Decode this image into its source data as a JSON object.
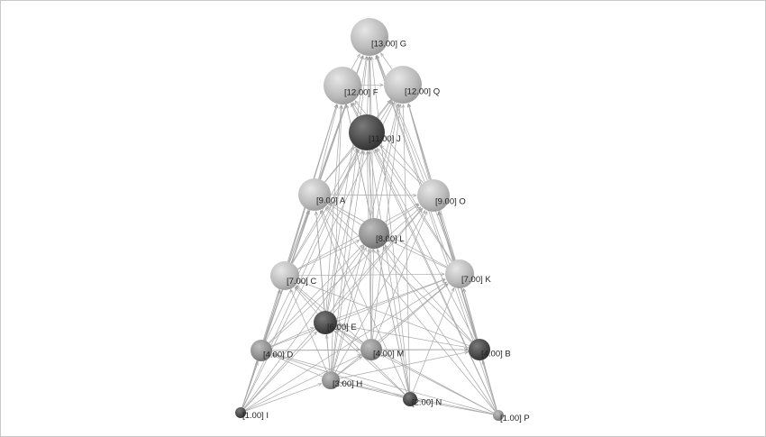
{
  "graph": {
    "nodes": [
      {
        "id": "G",
        "label": "[13.00] G",
        "value": 13.0,
        "shade": "light"
      },
      {
        "id": "F",
        "label": "[12.00] F",
        "value": 12.0,
        "shade": "light"
      },
      {
        "id": "Q",
        "label": "[12.00] Q",
        "value": 12.0,
        "shade": "light"
      },
      {
        "id": "J",
        "label": "[11.00] J",
        "value": 11.0,
        "shade": "dark"
      },
      {
        "id": "A",
        "label": "[9.00] A",
        "value": 9.0,
        "shade": "light"
      },
      {
        "id": "O",
        "label": "[9.00] O",
        "value": 9.0,
        "shade": "light"
      },
      {
        "id": "L",
        "label": "[8.00] L",
        "value": 8.0,
        "shade": "medium"
      },
      {
        "id": "C",
        "label": "[7.00] C",
        "value": 7.0,
        "shade": "light"
      },
      {
        "id": "K",
        "label": "[7.00] K",
        "value": 7.0,
        "shade": "light"
      },
      {
        "id": "E",
        "label": "[6.00] E",
        "value": 6.0,
        "shade": "dark"
      },
      {
        "id": "D",
        "label": "[4.00] D",
        "value": 4.0,
        "shade": "medium"
      },
      {
        "id": "M",
        "label": "[4.00] M",
        "value": 4.0,
        "shade": "medium"
      },
      {
        "id": "B",
        "label": "[4.00] B",
        "value": 4.0,
        "shade": "dark"
      },
      {
        "id": "H",
        "label": "[3.00] H",
        "value": 3.0,
        "shade": "medium"
      },
      {
        "id": "N",
        "label": "[2.00] N",
        "value": 2.0,
        "shade": "dark"
      },
      {
        "id": "I",
        "label": "[1.00] I",
        "value": 1.0,
        "shade": "dark"
      },
      {
        "id": "P",
        "label": "[1.00] P",
        "value": 1.0,
        "shade": "medium"
      }
    ],
    "edges": [
      [
        "I",
        "G"
      ],
      [
        "I",
        "F"
      ],
      [
        "I",
        "Q"
      ],
      [
        "I",
        "J"
      ],
      [
        "I",
        "A"
      ],
      [
        "I",
        "L"
      ],
      [
        "I",
        "C"
      ],
      [
        "I",
        "E"
      ],
      [
        "I",
        "D"
      ],
      [
        "I",
        "H"
      ],
      [
        "I",
        "O"
      ],
      [
        "I",
        "K"
      ],
      [
        "I",
        "M"
      ],
      [
        "P",
        "G"
      ],
      [
        "P",
        "F"
      ],
      [
        "P",
        "Q"
      ],
      [
        "P",
        "J"
      ],
      [
        "P",
        "O"
      ],
      [
        "P",
        "L"
      ],
      [
        "P",
        "K"
      ],
      [
        "P",
        "B"
      ],
      [
        "P",
        "N"
      ],
      [
        "P",
        "A"
      ],
      [
        "P",
        "M"
      ],
      [
        "P",
        "E"
      ],
      [
        "P",
        "D"
      ],
      [
        "P",
        "H"
      ],
      [
        "N",
        "G"
      ],
      [
        "N",
        "F"
      ],
      [
        "N",
        "Q"
      ],
      [
        "N",
        "J"
      ],
      [
        "N",
        "L"
      ],
      [
        "N",
        "E"
      ],
      [
        "N",
        "K"
      ],
      [
        "N",
        "A"
      ],
      [
        "N",
        "C"
      ],
      [
        "N",
        "D"
      ],
      [
        "N",
        "H"
      ],
      [
        "H",
        "G"
      ],
      [
        "H",
        "F"
      ],
      [
        "H",
        "Q"
      ],
      [
        "H",
        "J"
      ],
      [
        "H",
        "A"
      ],
      [
        "H",
        "L"
      ],
      [
        "H",
        "E"
      ],
      [
        "H",
        "C"
      ],
      [
        "H",
        "D"
      ],
      [
        "H",
        "O"
      ],
      [
        "H",
        "K"
      ],
      [
        "H",
        "B"
      ],
      [
        "H",
        "M"
      ],
      [
        "D",
        "G"
      ],
      [
        "D",
        "F"
      ],
      [
        "D",
        "J"
      ],
      [
        "D",
        "A"
      ],
      [
        "D",
        "C"
      ],
      [
        "D",
        "E"
      ],
      [
        "D",
        "L"
      ],
      [
        "D",
        "M"
      ],
      [
        "D",
        "B"
      ],
      [
        "D",
        "O"
      ],
      [
        "D",
        "K"
      ],
      [
        "M",
        "G"
      ],
      [
        "M",
        "Q"
      ],
      [
        "M",
        "J"
      ],
      [
        "M",
        "L"
      ],
      [
        "M",
        "E"
      ],
      [
        "M",
        "A"
      ],
      [
        "M",
        "O"
      ],
      [
        "M",
        "K"
      ],
      [
        "M",
        "B"
      ],
      [
        "M",
        "C"
      ],
      [
        "B",
        "G"
      ],
      [
        "B",
        "Q"
      ],
      [
        "B",
        "J"
      ],
      [
        "B",
        "O"
      ],
      [
        "B",
        "K"
      ],
      [
        "B",
        "L"
      ],
      [
        "B",
        "E"
      ],
      [
        "B",
        "A"
      ],
      [
        "B",
        "C"
      ],
      [
        "E",
        "G"
      ],
      [
        "E",
        "F"
      ],
      [
        "E",
        "J"
      ],
      [
        "E",
        "A"
      ],
      [
        "E",
        "C"
      ],
      [
        "E",
        "L"
      ],
      [
        "E",
        "O"
      ],
      [
        "E",
        "K"
      ],
      [
        "C",
        "G"
      ],
      [
        "C",
        "F"
      ],
      [
        "C",
        "Q"
      ],
      [
        "C",
        "J"
      ],
      [
        "C",
        "A"
      ],
      [
        "C",
        "L"
      ],
      [
        "C",
        "K"
      ],
      [
        "C",
        "O"
      ],
      [
        "K",
        "G"
      ],
      [
        "K",
        "Q"
      ],
      [
        "K",
        "F"
      ],
      [
        "K",
        "J"
      ],
      [
        "K",
        "O"
      ],
      [
        "K",
        "L"
      ],
      [
        "K",
        "A"
      ],
      [
        "L",
        "G"
      ],
      [
        "L",
        "F"
      ],
      [
        "L",
        "Q"
      ],
      [
        "L",
        "J"
      ],
      [
        "L",
        "A"
      ],
      [
        "L",
        "O"
      ],
      [
        "A",
        "G"
      ],
      [
        "A",
        "F"
      ],
      [
        "A",
        "Q"
      ],
      [
        "A",
        "J"
      ],
      [
        "A",
        "O"
      ],
      [
        "O",
        "G"
      ],
      [
        "O",
        "F"
      ],
      [
        "O",
        "Q"
      ],
      [
        "O",
        "J"
      ],
      [
        "J",
        "G"
      ],
      [
        "J",
        "F"
      ],
      [
        "J",
        "Q"
      ],
      [
        "F",
        "G"
      ],
      [
        "Q",
        "G"
      ],
      [
        "F",
        "Q"
      ]
    ],
    "colors": {
      "light": "#b9b9b9",
      "medium": "#8e8e8e",
      "dark": "#474747",
      "edge": "#a8a8a8"
    }
  }
}
